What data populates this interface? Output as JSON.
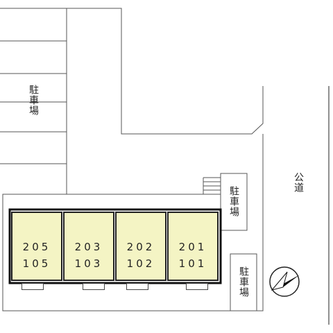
{
  "labels": {
    "parking_left": "駐車場",
    "parking_right_top": "駐車場",
    "parking_right_bottom": "駐車場",
    "public_road": "公道"
  },
  "units": [
    {
      "upper": "205",
      "lower": "105"
    },
    {
      "upper": "203",
      "lower": "103"
    },
    {
      "upper": "202",
      "lower": "102"
    },
    {
      "upper": "201",
      "lower": "101"
    }
  ],
  "compass": {
    "icon": "north-arrow-icon"
  }
}
